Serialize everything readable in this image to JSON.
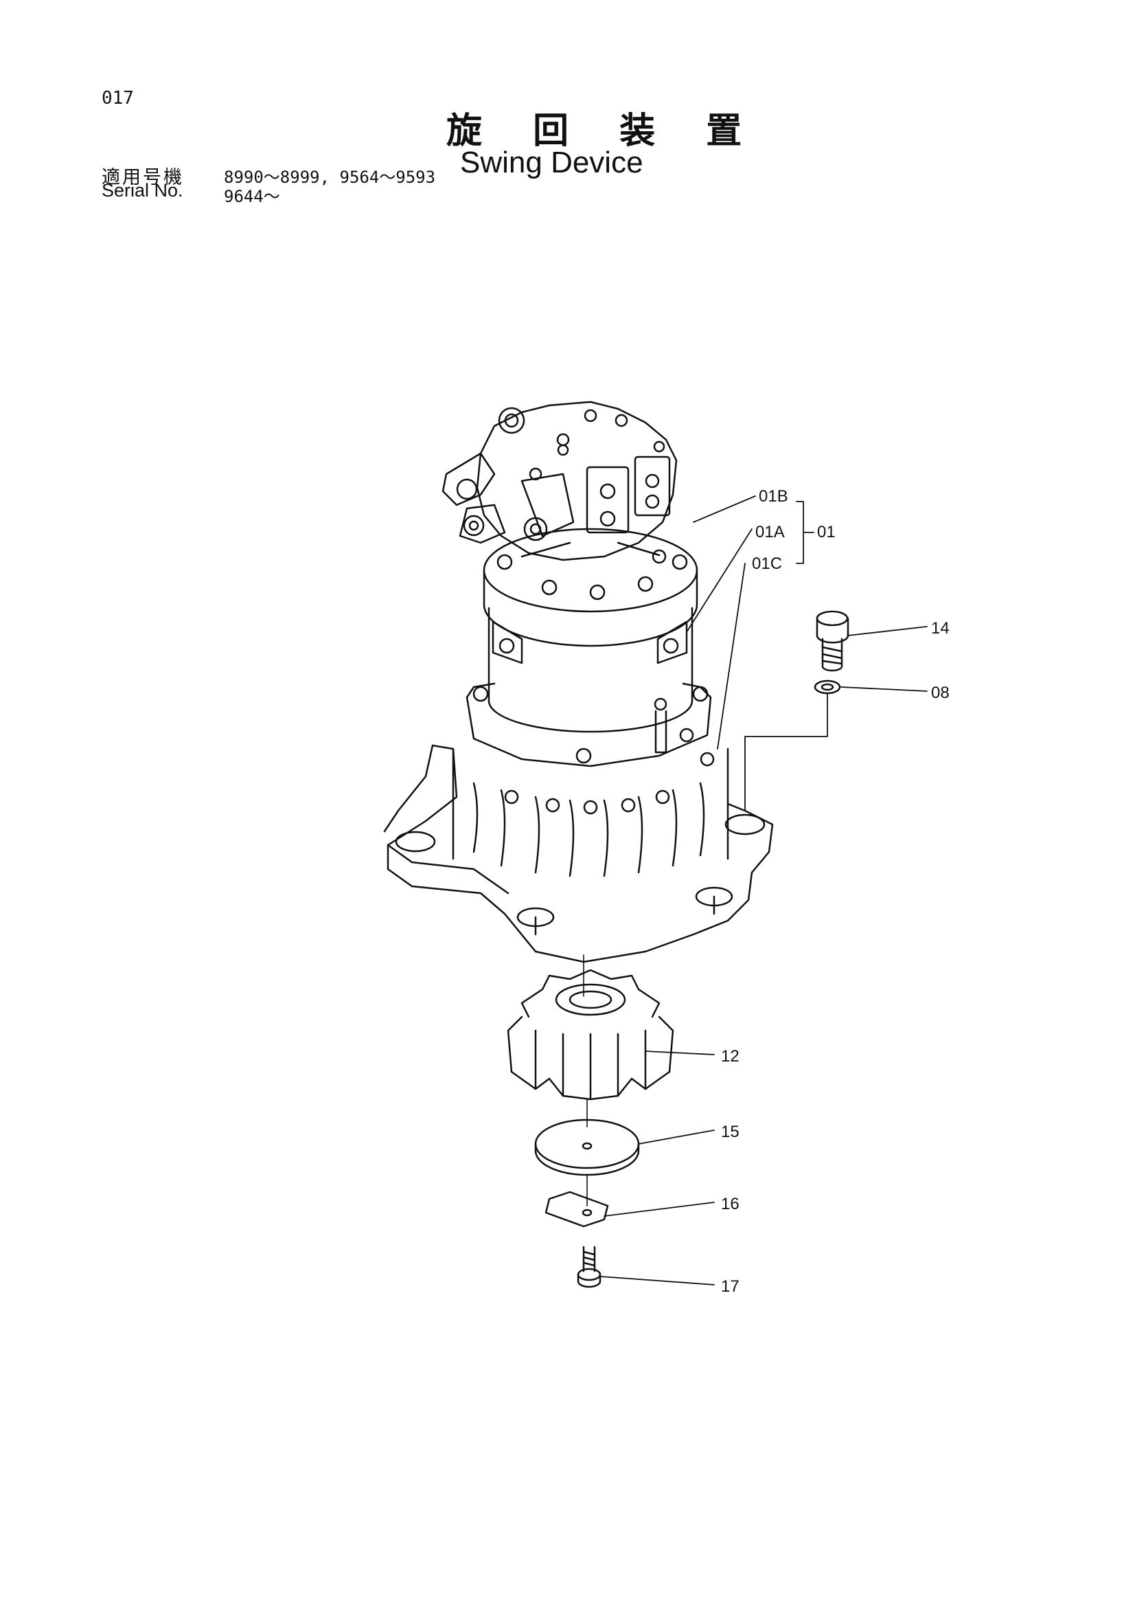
{
  "page": {
    "number": "017",
    "title_ja": "旋 回 装 置",
    "title_en": "Swing Device"
  },
  "serial": {
    "label_ja": "適用号機",
    "label_en": "Serial No.",
    "range_1": "8990～8999, 9564～9593",
    "range_2": "9644～"
  },
  "callouts": {
    "c01B": "01B",
    "c01A": "01A",
    "c01C": "01C",
    "c01": "01",
    "c14": "14",
    "c08": "08",
    "c12": "12",
    "c15": "15",
    "c16": "16",
    "c17": "17"
  },
  "colors": {
    "ink": "#111111",
    "paper": "#ffffff"
  }
}
